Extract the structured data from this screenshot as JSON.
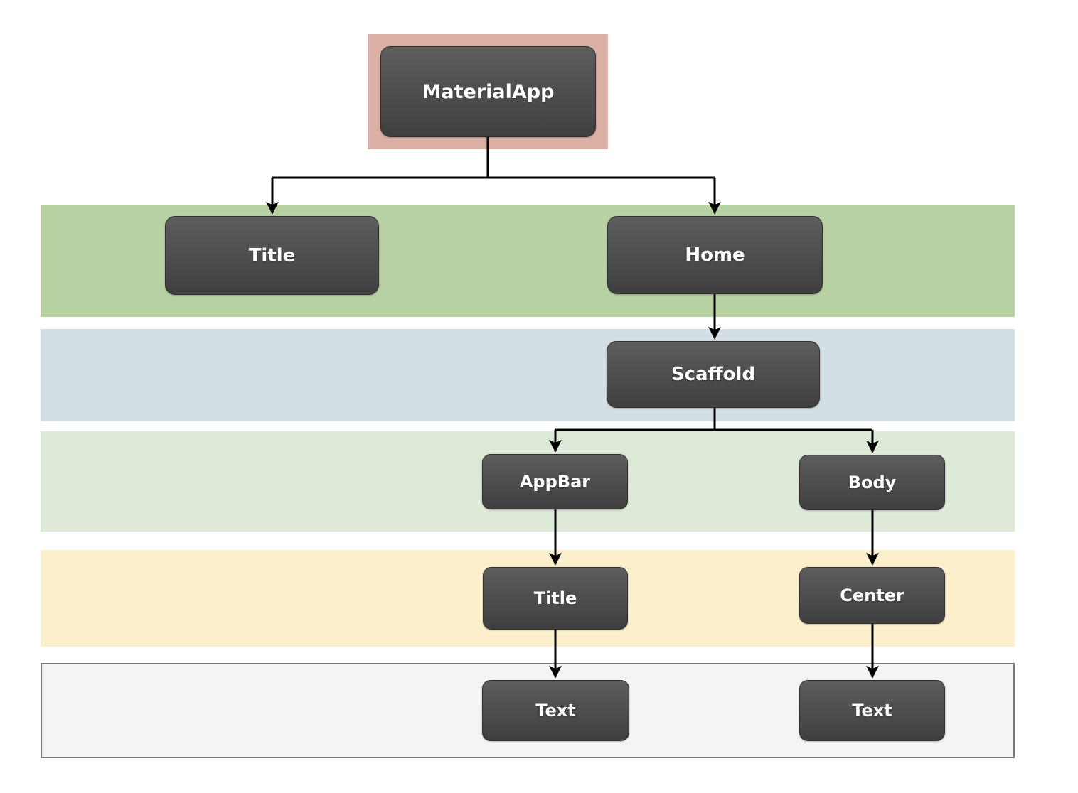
{
  "nodes": {
    "materialapp": {
      "label": "MaterialApp"
    },
    "title1": {
      "label": "Title"
    },
    "home": {
      "label": "Home"
    },
    "scaffold": {
      "label": "Scaffold"
    },
    "appbar": {
      "label": "AppBar"
    },
    "body": {
      "label": "Body"
    },
    "title2": {
      "label": "Title"
    },
    "center": {
      "label": "Center"
    },
    "text1": {
      "label": "Text"
    },
    "text2": {
      "label": "Text"
    }
  },
  "colors": {
    "band_row1": "#b7d1a3",
    "band_row2": "#d4dfe5",
    "band_row3": "#deead8",
    "band_row4": "#fbf0cb",
    "band_row5": "#f4f4f4",
    "band_row5_border": "#777777",
    "highlight": "#dbb1a6",
    "node_top": "#5d5d5d",
    "node_bottom": "#3f3f3f",
    "node_text": "#ffffff",
    "connector": "#000000"
  }
}
